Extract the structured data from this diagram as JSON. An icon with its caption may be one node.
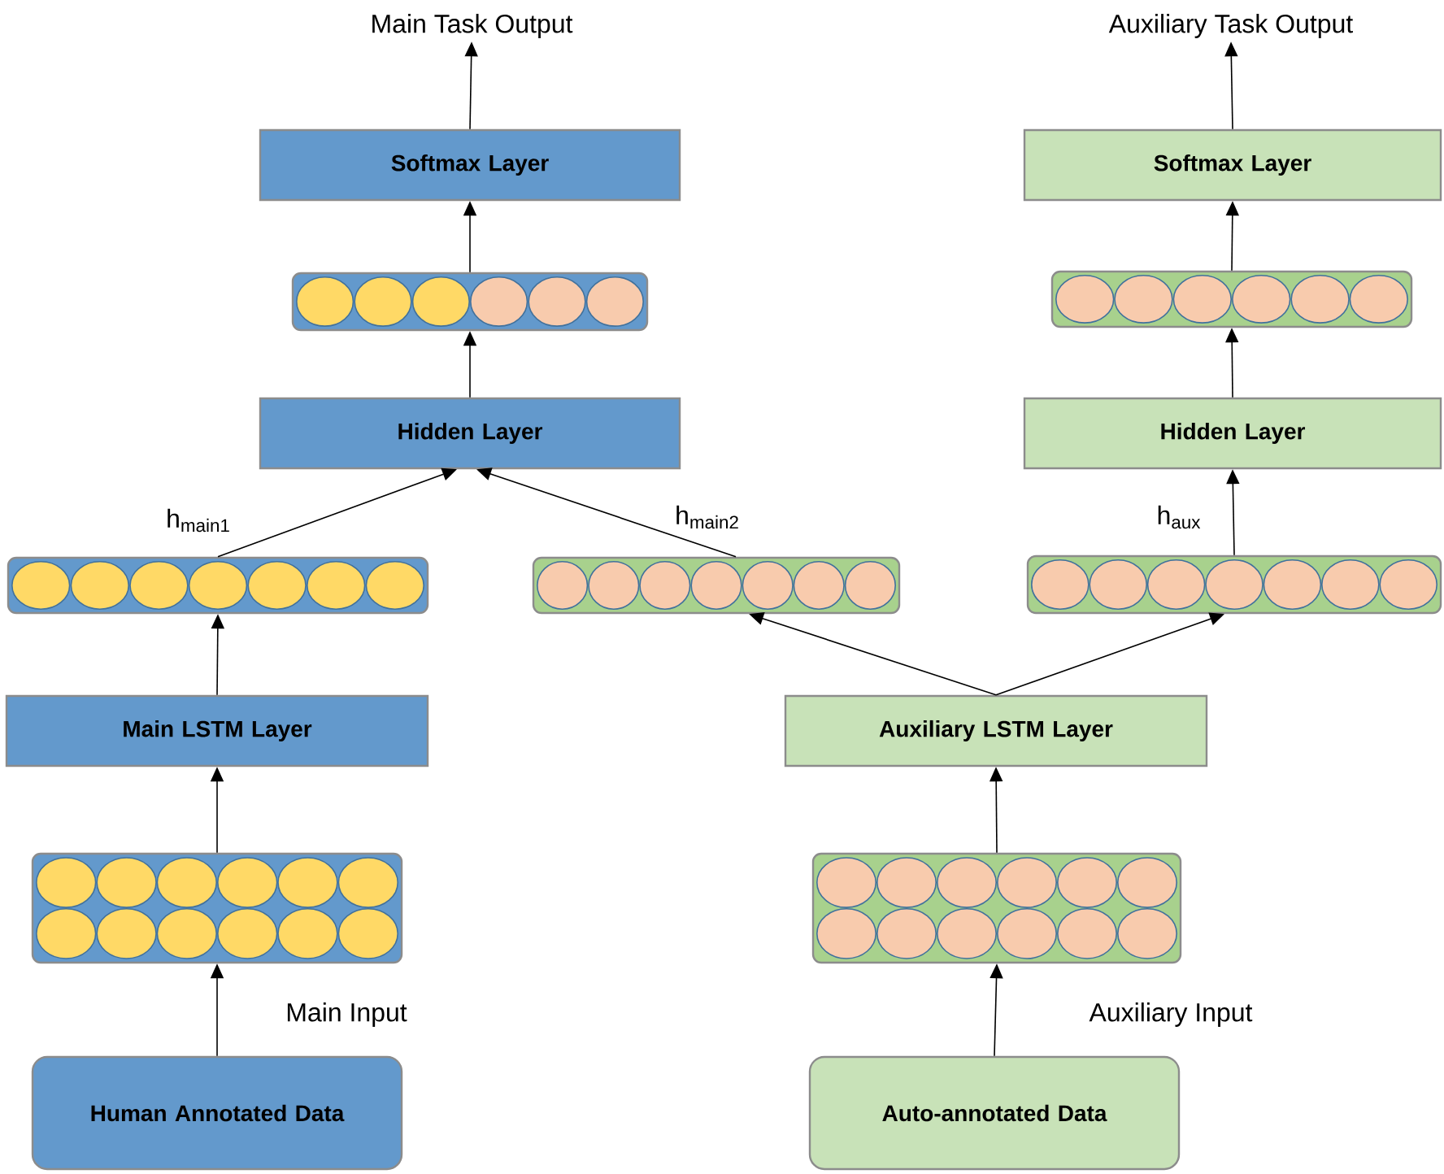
{
  "diagram": {
    "nodes": [
      {
        "text": [
          "Main Task Output"
        ]
      },
      {
        "text": [
          "Softmax Layer"
        ]
      },
      {
        "text": [],
        "shape": "bar"
      },
      {
        "text": [
          "Hidden Layer"
        ]
      },
      {
        "text": [],
        "shape": "bar"
      },
      {
        "text": [],
        "shape": "bar"
      },
      {
        "text": [
          "Main LSTM Layer"
        ]
      },
      {
        "text": [],
        "shape": "bar"
      },
      {
        "text": [
          "Human Annotated Data"
        ]
      },
      {
        "text": [
          "Auxiliary Task Output"
        ]
      },
      {
        "text": [
          "Softmax Layer"
        ]
      },
      {
        "text": [],
        "shape": "bar"
      },
      {
        "text": [
          "Hidden Layer"
        ]
      },
      {
        "text": [],
        "shape": "bar"
      },
      {
        "text": [
          "Auxiliary LSTM Layer"
        ]
      },
      {
        "text": [],
        "shape": "bar"
      },
      {
        "text": [
          "Auto-annotated Data"
        ]
      }
    ],
    "edges": [
      {
        "from": 1,
        "to": 0,
        "arrow": "to"
      },
      {
        "from": 2,
        "to": 1,
        "arrow": "to"
      },
      {
        "from": 3,
        "to": 2,
        "arrow": "to"
      },
      {
        "from": 4,
        "to": 3,
        "arrow": "to",
        "label": "h$_{main1}$"
      },
      {
        "from": 5,
        "to": 3,
        "arrow": "to",
        "label": "h$_{main2}$"
      },
      {
        "from": 6,
        "to": 4,
        "arrow": "to"
      },
      {
        "from": 7,
        "to": 6,
        "arrow": "to"
      },
      {
        "from": 8,
        "to": 7,
        "arrow": "to",
        "label": "Main Input"
      },
      {
        "from": 10,
        "to": 9,
        "arrow": "to"
      },
      {
        "from": 11,
        "to": 10,
        "arrow": "to"
      },
      {
        "from": 12,
        "to": 11,
        "arrow": "to"
      },
      {
        "from": 13,
        "to": 12,
        "arrow": "to",
        "label": "h$_{aux}$"
      },
      {
        "from": 14,
        "to": 5,
        "arrow": "to"
      },
      {
        "from": 14,
        "to": 13,
        "arrow": "to"
      },
      {
        "from": 15,
        "to": 14,
        "arrow": "to"
      },
      {
        "from": 16,
        "to": 15,
        "arrow": "to",
        "label": "Auxiliary Input"
      }
    ]
  }
}
